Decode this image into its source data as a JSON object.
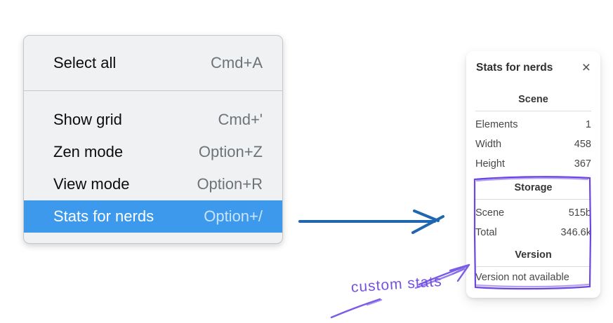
{
  "menu": {
    "groups": [
      {
        "items": [
          {
            "label": "Select all",
            "shortcut": "Cmd+A"
          }
        ]
      },
      {
        "items": [
          {
            "label": "Show grid",
            "shortcut": "Cmd+'"
          },
          {
            "label": "Zen mode",
            "shortcut": "Option+Z"
          },
          {
            "label": "View mode",
            "shortcut": "Option+R"
          },
          {
            "label": "Stats for nerds",
            "shortcut": "Option+/",
            "highlighted": true
          }
        ]
      }
    ]
  },
  "stats_panel": {
    "title": "Stats for nerds",
    "close_icon": "×",
    "sections": [
      {
        "header": "Scene",
        "rows": [
          {
            "label": "Elements",
            "value": "1"
          },
          {
            "label": "Width",
            "value": "458"
          },
          {
            "label": "Height",
            "value": "367"
          }
        ]
      },
      {
        "header": "Storage",
        "rows": [
          {
            "label": "Scene",
            "value": "515b"
          },
          {
            "label": "Total",
            "value": "346.6k"
          }
        ]
      },
      {
        "header": "Version",
        "note": "Version not available"
      }
    ]
  },
  "annotation": {
    "label": "custom stats"
  },
  "colors": {
    "menu_highlight": "#3d99ec",
    "menu_background": "#f0f1f3",
    "arrow_blue": "#2066b0",
    "annotation_purple": "#7450e4",
    "box_purple": "#6b46e0"
  }
}
